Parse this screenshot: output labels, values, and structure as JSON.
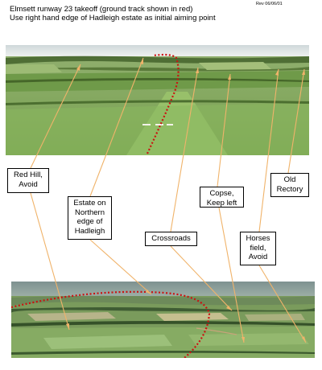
{
  "header": {
    "line1": "Elmsett runway 23 takeoff (ground track shown in red)",
    "line2": "Use right hand edge of Hadleigh estate as initial aiming point",
    "revision": "Rev 06/06/01"
  },
  "callouts": {
    "red_hill": "Red Hill,\nAvoid",
    "estate": "Estate on\nNorthern\nedge of\nHadleigh",
    "crossroads": "Crossroads",
    "copse": "Copse,\nKeep left",
    "horses": "Horses\nfield,\nAvoid",
    "old_rectory": "Old\nRectory"
  },
  "colors": {
    "ground_track": "#cc1111",
    "arrow": "#f0b36a",
    "field_green": "#7fae55",
    "sky": "#e4e9ea"
  }
}
